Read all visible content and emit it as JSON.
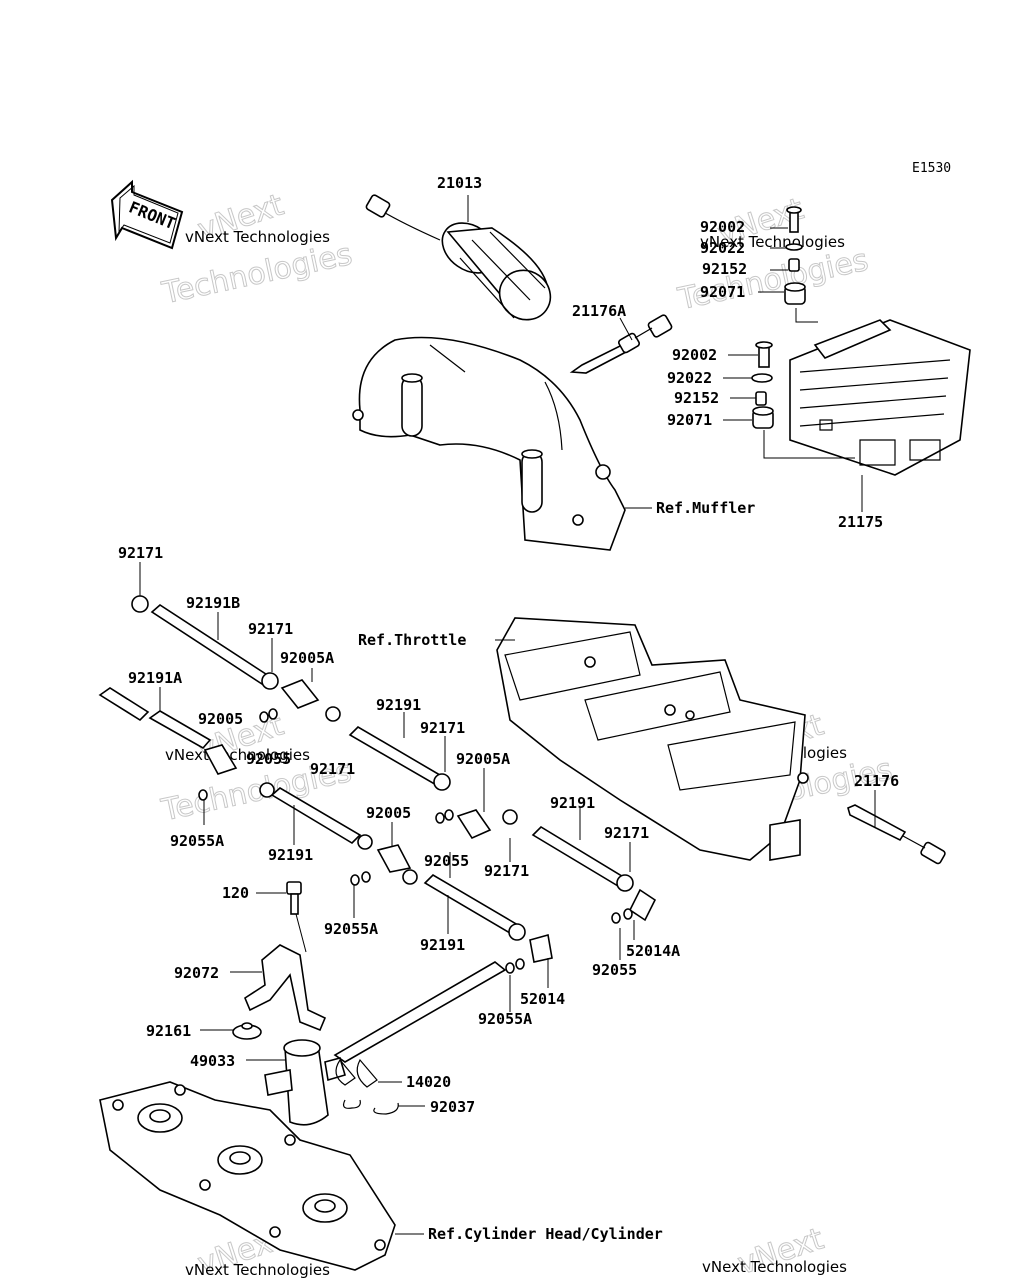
{
  "diagram_code": "E1530",
  "front_label": "FRONT",
  "watermark": {
    "line1": "vNext Technologies",
    "line2": "vNext",
    "line3": "Technologies"
  },
  "parts": {
    "p21013": "21013",
    "p21176A": "21176A",
    "p92002a": "92002",
    "p92022a": "92022",
    "p92152a": "92152",
    "p92071a": "92071",
    "p92002b": "92002",
    "p92022b": "92022",
    "p92152b": "92152",
    "p92071b": "92071",
    "p21175": "21175",
    "ref_muffler": "Ref.Muffler",
    "p92171a": "92171",
    "p92191B": "92191B",
    "p92171b": "92171",
    "p92005A_a": "92005A",
    "ref_throttle": "Ref.Throttle",
    "p92191A": "92191A",
    "p92005a": "92005",
    "p92055a": "92055",
    "p92171c": "92171",
    "p92191a": "92191",
    "p92171d": "92171",
    "p92005A_b": "92005A",
    "p21176": "21176",
    "p92055A_a": "92055A",
    "p92191b": "92191",
    "p92005b": "92005",
    "p92055b": "92055",
    "p92171e": "92171",
    "p92191c": "92191",
    "p92171f": "92171",
    "p120": "120",
    "p92055A_b": "92055A",
    "p92191d": "92191",
    "p52014A": "52014A",
    "p92055c": "92055",
    "p92072": "92072",
    "p52014": "52014",
    "p92055A_c": "92055A",
    "p92161": "92161",
    "p49033": "49033",
    "p14020": "14020",
    "p92037": "92037",
    "ref_cylinder": "Ref.Cylinder Head/Cylinder"
  }
}
